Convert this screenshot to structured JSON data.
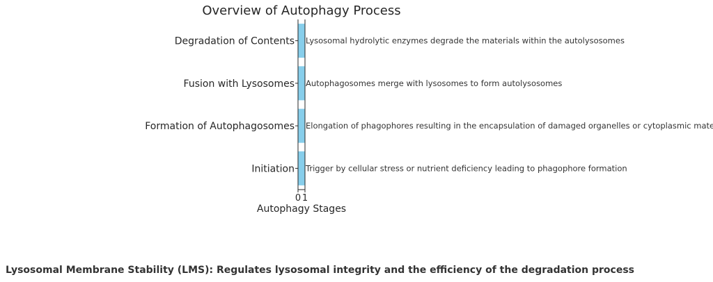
{
  "chart_data": {
    "type": "bar",
    "orientation": "horizontal",
    "title": "Overview of Autophagy Process",
    "xlabel": "Autophagy Stages",
    "ylabel": "",
    "xlim": [
      0,
      1
    ],
    "xticks": [
      "0",
      "1"
    ],
    "categories": [
      "Initiation",
      "Formation of Autophagosomes",
      "Fusion with Lysosomes",
      "Degradation of Contents"
    ],
    "values": [
      1,
      1,
      1,
      1
    ],
    "annotations": [
      "Trigger by cellular stress or nutrient deficiency leading to phagophore formation",
      "Elongation of phagophores resulting in the encapsulation of damaged organelles or cytoplasmic material",
      "Autophagosomes merge with lysosomes to form autolysosomes",
      "Lysosomal hydrolytic enzymes degrade the materials within the autolysosomes"
    ],
    "bar_color": "#87ceeb",
    "grid": false
  },
  "footer": {
    "note": "Lysosomal Membrane Stability (LMS): Regulates lysosomal integrity and the efficiency of the degradation process"
  }
}
